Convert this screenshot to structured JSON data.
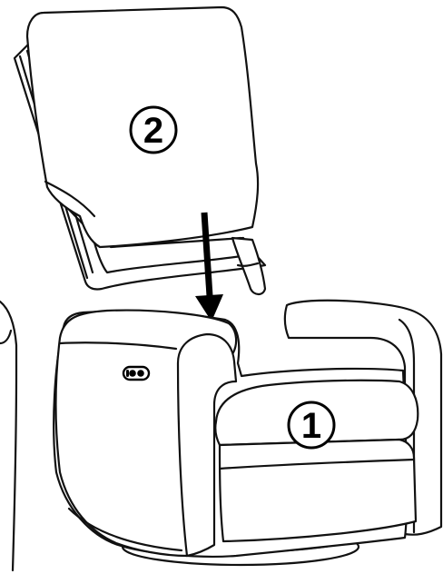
{
  "diagram": {
    "callouts": [
      {
        "id": "step-1",
        "label": "1"
      },
      {
        "id": "step-2",
        "label": "2"
      }
    ]
  }
}
